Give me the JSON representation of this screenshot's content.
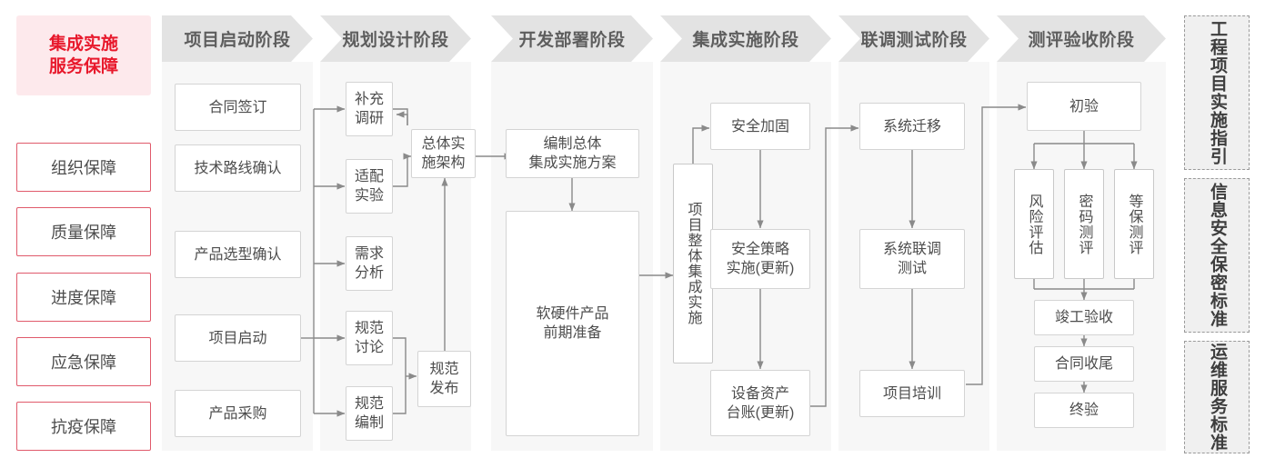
{
  "left_column": {
    "title": "集成实施\n服务保障",
    "title_line1": "集成实施",
    "title_line2": "服务保障",
    "accent_color": "#e8192c",
    "title_bg": "#fde9ec",
    "border_color": "#e05a6b",
    "items": [
      {
        "label": "组织保障"
      },
      {
        "label": "质量保障"
      },
      {
        "label": "进度保障"
      },
      {
        "label": "应急保障"
      },
      {
        "label": "抗疫保障"
      }
    ]
  },
  "phases": [
    {
      "id": "phase-1",
      "header": "项目启动阶段",
      "nodes": [
        {
          "id": "n-hetongqianding",
          "label": "合同签订"
        },
        {
          "id": "n-jishuluxian",
          "label": "技术路线确认"
        },
        {
          "id": "n-chanpinxuanxing",
          "label": "产品选型确认"
        },
        {
          "id": "n-xiangmuqidong",
          "label": "项目启动"
        },
        {
          "id": "n-chanpincaigou",
          "label": "产品采购"
        }
      ]
    },
    {
      "id": "phase-2",
      "header": "规划设计阶段",
      "nodes": [
        {
          "id": "n-buchongdiaoyan",
          "label": "补充\n调研",
          "l1": "补充",
          "l2": "调研"
        },
        {
          "id": "n-shipeishiyan",
          "label": "适配\n实验",
          "l1": "适配",
          "l2": "实验"
        },
        {
          "id": "n-xuqiufenxi",
          "label": "需求\n分析",
          "l1": "需求",
          "l2": "分析"
        },
        {
          "id": "n-guifantaolun",
          "label": "规范\n讨论",
          "l1": "规范",
          "l2": "讨论"
        },
        {
          "id": "n-guifanbianzhi",
          "label": "规范\n编制",
          "l1": "规范",
          "l2": "编制"
        },
        {
          "id": "n-zongtishishi",
          "label": "总体实\n施架构",
          "l1": "总体实",
          "l2": "施架构"
        },
        {
          "id": "n-guifanfabu",
          "label": "规范\n发布",
          "l1": "规范",
          "l2": "发布"
        }
      ]
    },
    {
      "id": "phase-3",
      "header": "开发部署阶段",
      "nodes": [
        {
          "id": "n-bianzhizongti",
          "label": "编制总体\n集成实施方案",
          "l1": "编制总体",
          "l2": "集成实施方案"
        },
        {
          "id": "n-ruanyingjian",
          "label": "软硬件产品\n前期准备",
          "l1": "软硬件产品",
          "l2": "前期准备"
        }
      ]
    },
    {
      "id": "phase-4",
      "header": "集成实施阶段",
      "nodes": [
        {
          "id": "n-xiangmuzhengti",
          "label": "项目整体集成实施"
        },
        {
          "id": "n-anquanjiagu",
          "label": "安全加固"
        },
        {
          "id": "n-anquancelue",
          "label": "安全策略\n实施(更新)",
          "l1": "安全策略",
          "l2": "实施(更新)"
        },
        {
          "id": "n-shebeizichan",
          "label": "设备资产\n台账(更新)",
          "l1": "设备资产",
          "l2": "台账(更新)"
        }
      ]
    },
    {
      "id": "phase-5",
      "header": "联调测试阶段",
      "nodes": [
        {
          "id": "n-xitongqianyi",
          "label": "系统迁移"
        },
        {
          "id": "n-xitongliantiao",
          "label": "系统联调\n测试",
          "l1": "系统联调",
          "l2": "测试"
        },
        {
          "id": "n-xiangmupeixun",
          "label": "项目培训"
        }
      ]
    },
    {
      "id": "phase-6",
      "header": "测评验收阶段",
      "nodes": [
        {
          "id": "n-chuyan",
          "label": "初验"
        },
        {
          "id": "n-fengxianpinggu",
          "label": "风险评估"
        },
        {
          "id": "n-mimaceping",
          "label": "密码测评"
        },
        {
          "id": "n-dengbaoceping",
          "label": "等保测评"
        },
        {
          "id": "n-jungongyanshou",
          "label": "竣工验收"
        },
        {
          "id": "n-hetongshouwei",
          "label": "合同收尾"
        },
        {
          "id": "n-zhongyan",
          "label": "终验"
        }
      ]
    }
  ],
  "right_column": {
    "items": [
      {
        "id": "std-gongcheng",
        "label": "工程项目实施指引"
      },
      {
        "id": "std-xinxi",
        "label": "信息安全保密标准"
      },
      {
        "id": "std-yunwei",
        "label": "运维服务标准"
      }
    ]
  },
  "colors": {
    "panel_bg": "#f7f7f7",
    "header_bg": "#e3e3e3",
    "header_text": "#5e5e5e",
    "box_border": "#d4d4d4",
    "box_text": "#4d4d4d",
    "wire": "#8a8a8a",
    "accent_red": "#e8192c",
    "dashed_border": "#9a9a9a"
  }
}
